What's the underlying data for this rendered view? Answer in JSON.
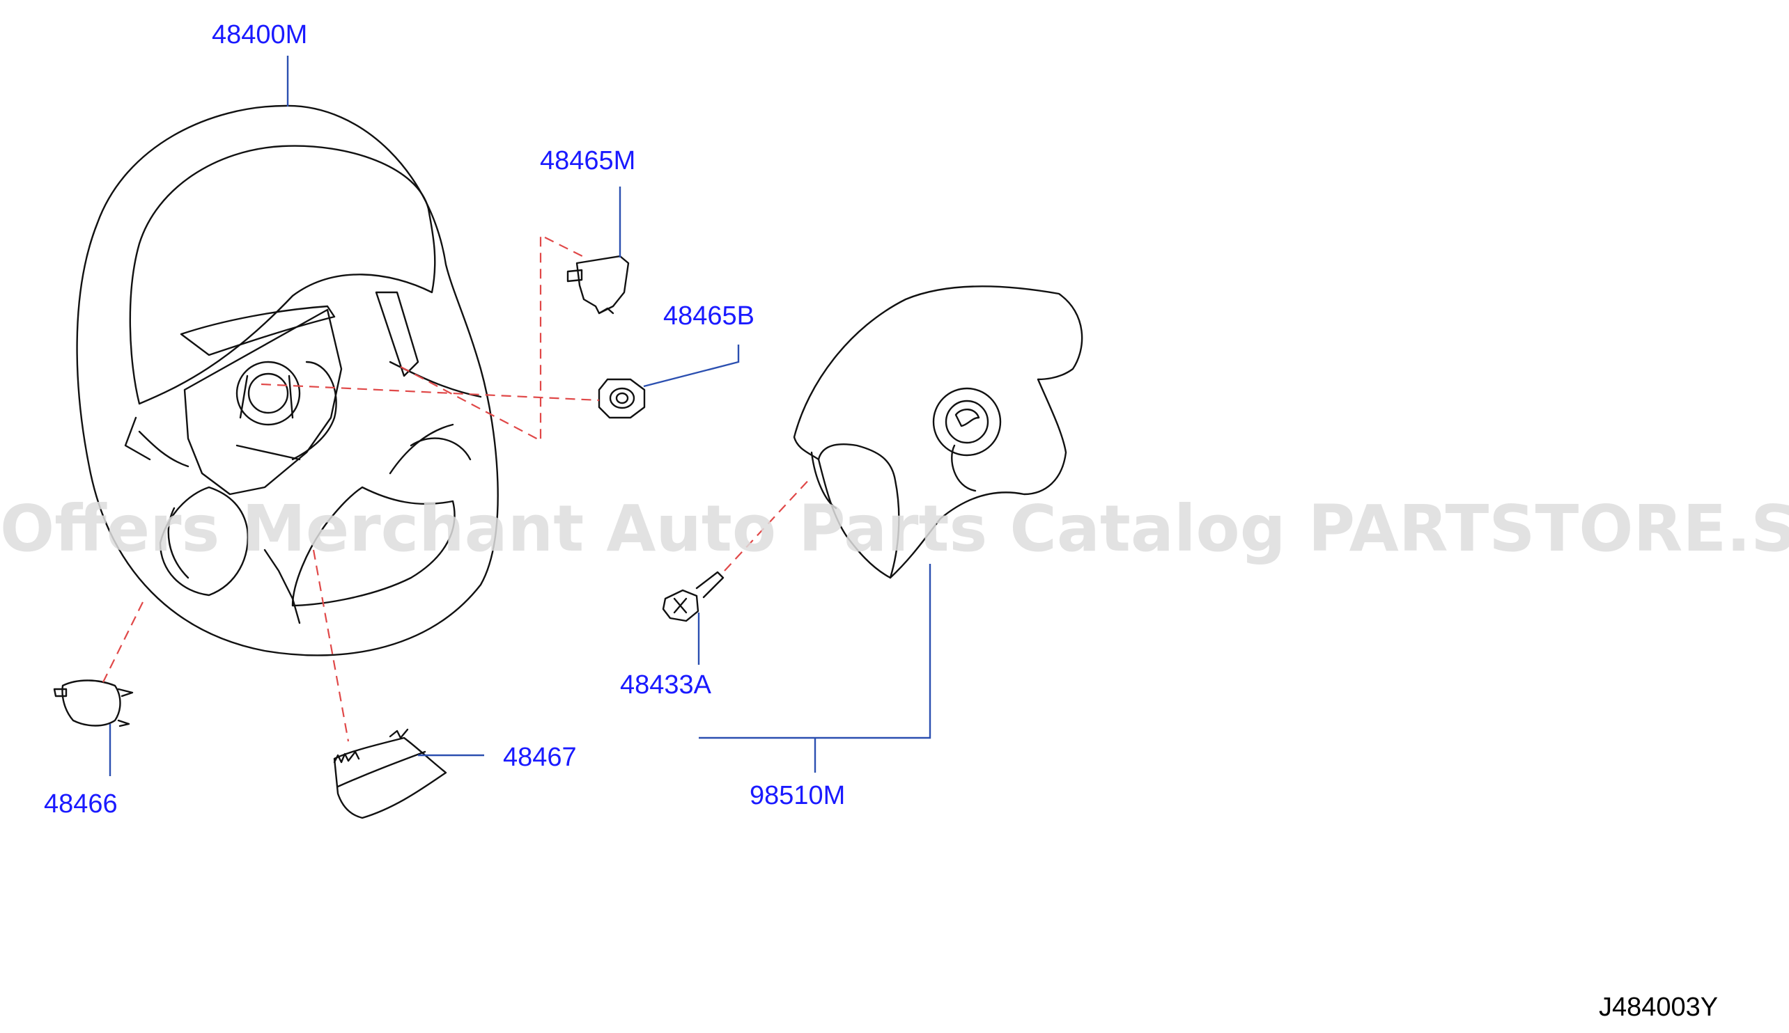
{
  "colors": {
    "label": "#1a1aff",
    "leader": "#2b4fb0",
    "dashed": "#e04848",
    "drawing": "#111111",
    "watermark": "#dedede"
  },
  "watermark": "Offers Merchant Auto Parts Catalog PARTSTORE.SA",
  "diagram_id": "J484003Y",
  "parts": [
    {
      "key": "p48400M",
      "number": "48400M"
    },
    {
      "key": "p48465M",
      "number": "48465M"
    },
    {
      "key": "p48465B",
      "number": "48465B"
    },
    {
      "key": "p48467",
      "number": "48467"
    },
    {
      "key": "p48466",
      "number": "48466"
    },
    {
      "key": "p48433A",
      "number": "48433A"
    },
    {
      "key": "p98510M",
      "number": "98510M"
    }
  ]
}
